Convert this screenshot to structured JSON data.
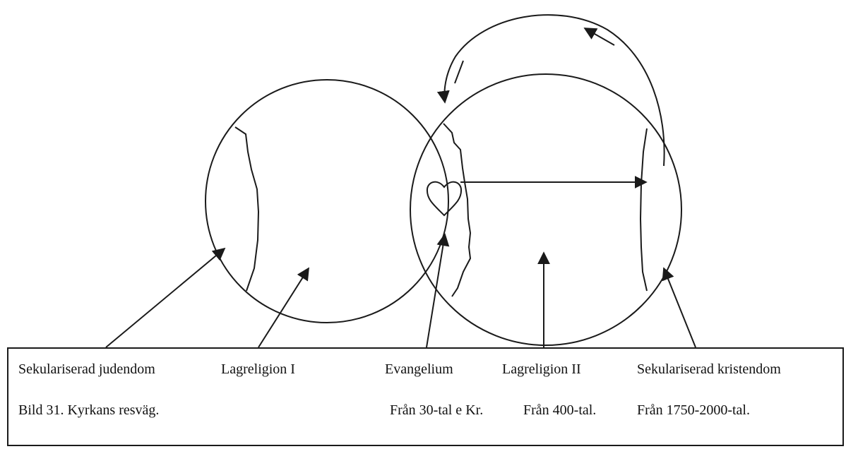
{
  "labels": {
    "secularized_judaism": "Sekulariserad judendom",
    "lay_religion_1": "Lagreligion I",
    "gospel": "Evangelium",
    "lay_religion_2": "Lagreligion II",
    "secularized_christianity": "Sekulariserad  kristendom"
  },
  "caption": "Bild 31. Kyrkans resväg.",
  "periods": {
    "gospel": "Från 30-tal e Kr.",
    "lay_religion_2": "Från 400-tal.",
    "secularized_christianity": "Från 1750-2000-tal."
  },
  "colors": {
    "stroke": "#1a1a1a",
    "background": "#ffffff"
  }
}
